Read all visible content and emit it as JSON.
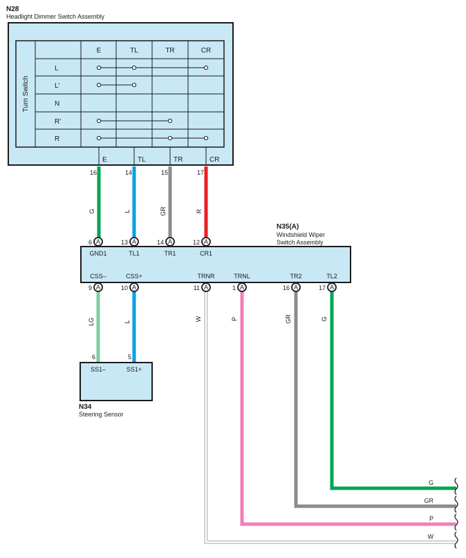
{
  "colors": {
    "box_fill": "#c8e8f5",
    "G": "#00a651",
    "L": "#00a3e0",
    "GR": "#8c8c8c",
    "R": "#ed1c24",
    "LG": "#7fcf9f",
    "P": "#f27fb8",
    "W": "#ffffff"
  },
  "n28": {
    "code": "N28",
    "name": "Headlight Dimmer Switch Assembly",
    "table_side_label": "Turn Switch",
    "columns": [
      "E",
      "TL",
      "TR",
      "CR"
    ],
    "rows": [
      "L",
      "L'",
      "N",
      "R'",
      "R"
    ],
    "continuity": [
      [
        "E",
        "TL",
        "CR"
      ],
      [
        "E",
        "TL"
      ],
      [],
      [
        "E",
        "TR"
      ],
      [
        "E",
        "TR",
        "CR"
      ]
    ],
    "terminals": [
      {
        "label": "E",
        "pin": "16",
        "wire": "G"
      },
      {
        "label": "TL",
        "pin": "14",
        "wire": "L"
      },
      {
        "label": "TR",
        "pin": "15",
        "wire": "GR"
      },
      {
        "label": "CR",
        "pin": "17",
        "wire": "R"
      }
    ]
  },
  "n35": {
    "code": "N35(A)",
    "name_line1": "Windshield Wiper",
    "name_line2": "Switch Assembly",
    "connector_letter": "A",
    "top_pins": [
      {
        "pin": "6",
        "label": "GND1"
      },
      {
        "pin": "13",
        "label": "TL1"
      },
      {
        "pin": "14",
        "label": "TR1"
      },
      {
        "pin": "12",
        "label": "CR1"
      }
    ],
    "bottom_pins": [
      {
        "pin": "9",
        "label": "CSS–",
        "wire": "LG"
      },
      {
        "pin": "10",
        "label": "CSS+",
        "wire": "L"
      },
      {
        "pin": "11",
        "label": "TRNR",
        "wire": "W"
      },
      {
        "pin": "1",
        "label": "TRNL",
        "wire": "P"
      },
      {
        "pin": "16",
        "label": "TR2",
        "wire": "GR"
      },
      {
        "pin": "17",
        "label": "TL2",
        "wire": "G"
      }
    ]
  },
  "n34": {
    "code": "N34",
    "name": "Steering Sensor",
    "pins": [
      {
        "pin": "6",
        "label": "SS1–"
      },
      {
        "pin": "5",
        "label": "SS1+"
      }
    ]
  },
  "right_wire_labels": [
    "G",
    "GR",
    "P",
    "W"
  ]
}
